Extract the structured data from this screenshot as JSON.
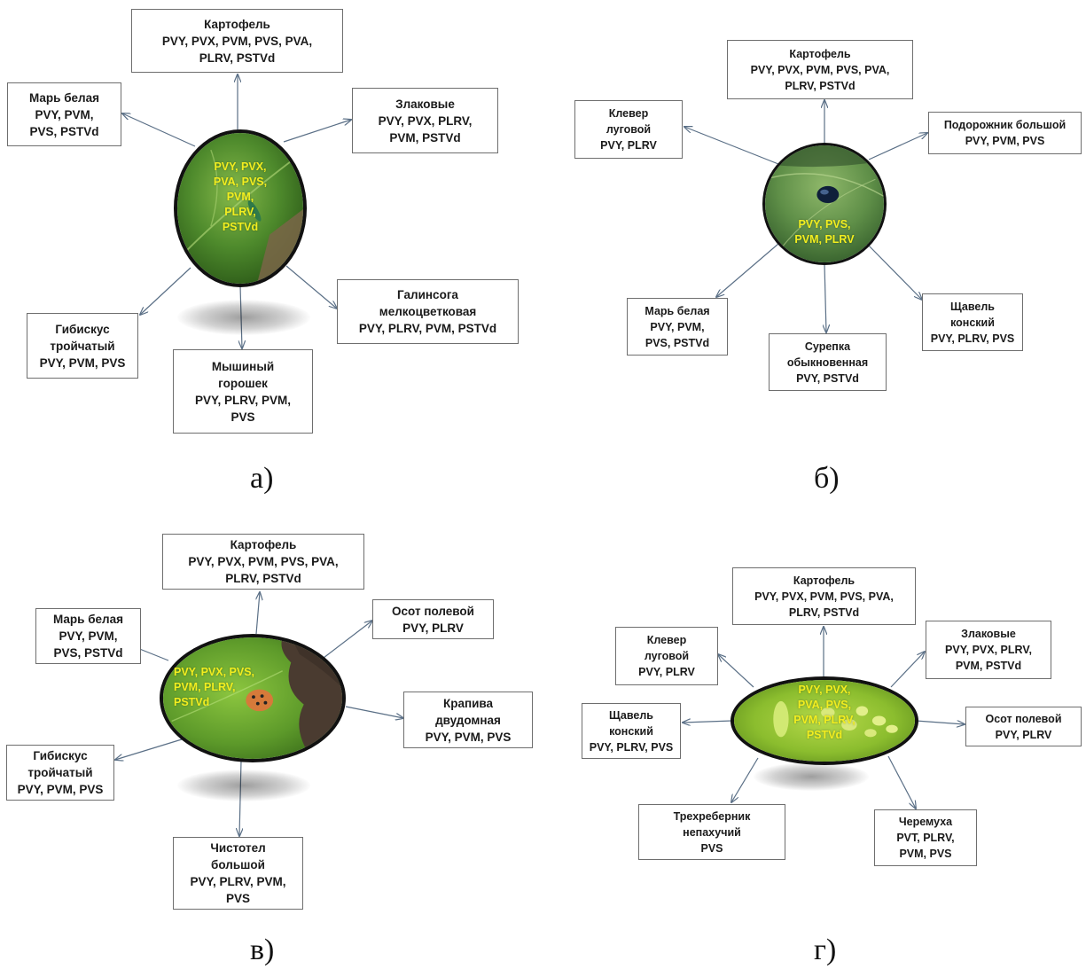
{
  "panel_a": {
    "caption": "а)",
    "leaf_lines": [
      "PVY, PVX,",
      "PVA, PVS,",
      "PVM,",
      "PLRV,",
      "PSTVd"
    ],
    "boxes": {
      "potato": [
        "Картофель",
        "PVY, PVX, PVM, PVS, PVA,",
        "PLRV, PSTVd"
      ],
      "mar": [
        "Марь белая",
        "PVY, PVM,",
        "PVS, PSTVd"
      ],
      "cereals": [
        "Злаковые",
        "PVY, PVX, PLRV,",
        "PVM, PSTVd"
      ],
      "galinsoga": [
        "Галинсога",
        "мелкоцветковая",
        "PVY, PLRV, PVM, PSTVd"
      ],
      "hibiscus": [
        "Гибискус",
        "тройчатый",
        "PVY, PVM, PVS"
      ],
      "vetch": [
        "Мышиный",
        "горошек",
        "PVY, PLRV, PVM,",
        "PVS"
      ]
    }
  },
  "panel_b": {
    "caption": "б)",
    "leaf_lines": [
      "PVY, PVS,",
      "PVM, PLRV"
    ],
    "boxes": {
      "potato": [
        "Картофель",
        "PVY, PVX, PVM, PVS, PVA,",
        "PLRV, PSTVd"
      ],
      "clover": [
        "Клевер",
        "луговой",
        "PVY, PLRV"
      ],
      "plantain": [
        "Подорожник большой",
        "PVY, PVM, PVS"
      ],
      "mar": [
        "Марь белая",
        "PVY, PVM,",
        "PVS, PSTVd"
      ],
      "sorrel": [
        "Щавель",
        "конский",
        "PVY, PLRV, PVS"
      ],
      "barbarea": [
        "Сурепка",
        "обыкновенная",
        "PVY, PSTVd"
      ]
    }
  },
  "panel_v": {
    "caption": "в)",
    "leaf_lines": [
      "PVY, PVX, PVS,",
      "PVM, PLRV,",
      "PSTVd"
    ],
    "boxes": {
      "potato": [
        "Картофель",
        "PVY, PVX, PVM, PVS, PVA,",
        "PLRV, PSTVd"
      ],
      "mar": [
        "Марь белая",
        "PVY, PVM,",
        "PVS, PSTVd"
      ],
      "thistle": [
        "Осот полевой",
        "PVY, PLRV"
      ],
      "nettle": [
        "Крапива",
        "двудомная",
        "PVY, PVM, PVS"
      ],
      "hibiscus": [
        "Гибискус",
        "тройчатый",
        "PVY, PVM, PVS"
      ],
      "celandine": [
        "Чистотел",
        "большой",
        "PVY, PLRV, PVM,",
        "PVS"
      ]
    }
  },
  "panel_g": {
    "caption": "г)",
    "leaf_lines": [
      "PVY, PVX,",
      "PVA, PVS,",
      "PVM, PLRV,",
      "PSTVd"
    ],
    "boxes": {
      "potato": [
        "Картофель",
        "PVY, PVX, PVM, PVS, PVA,",
        "PLRV, PSTVd"
      ],
      "clover": [
        "Клевер",
        "луговой",
        "PVY, PLRV"
      ],
      "cereals": [
        "Злаковые",
        "PVY, PVX, PLRV,",
        "PVM, PSTVd"
      ],
      "sorrel": [
        "Щавель",
        "конский",
        "PVY, PLRV, PVS"
      ],
      "thistle": [
        "Осот полевой",
        "PVY, PLRV"
      ],
      "trehrebernik": [
        "Трехреберник",
        "непахучий",
        "PVS"
      ],
      "cheremukha": [
        "Черемуха",
        "PVT, PLRV,",
        "PVM, PVS"
      ]
    }
  },
  "colors": {
    "arrow": "#5a6f86",
    "leaf_text": "#f2ee1f",
    "box_border": "#6e6e6e"
  }
}
